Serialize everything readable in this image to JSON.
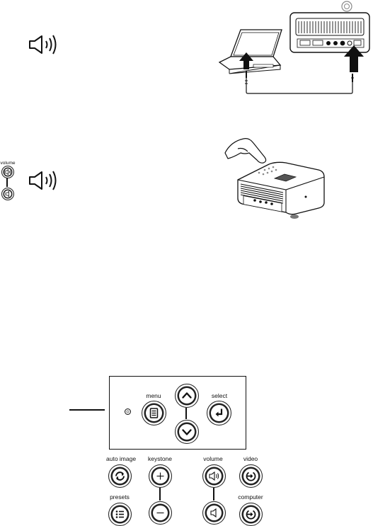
{
  "keypad": {
    "menu_label": "menu",
    "select_label": "select"
  },
  "side_buttons": {
    "volume_label": "volume"
  },
  "control_labels": {
    "auto_image": "auto image",
    "keystone": "keystone",
    "volume": "volume",
    "video": "video",
    "presets": "presets",
    "computer": "computer"
  },
  "icons": [
    "speaker-icon",
    "volume-up-icon",
    "volume-down-icon",
    "menu-icon",
    "select-enter-icon",
    "up-arrow-icon",
    "down-arrow-icon",
    "auto-image-icon",
    "presets-icon",
    "plus-icon",
    "minus-icon",
    "source-input-icon",
    "power-led-icon"
  ],
  "colors": {
    "ink": "#111111",
    "paper": "#ffffff",
    "gray": "#8a8a8a"
  }
}
